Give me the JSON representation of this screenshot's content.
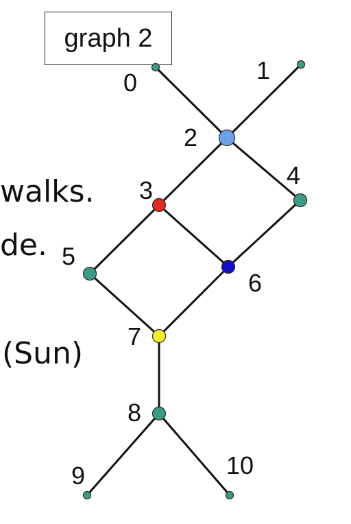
{
  "title": "graph 2",
  "background_fragments": {
    "walks": "walks.",
    "de": "de.",
    "sun": "(Sun)"
  },
  "graph": {
    "nodes": [
      {
        "id": "0",
        "label": "0",
        "color": "#3a9c86",
        "size": "small"
      },
      {
        "id": "1",
        "label": "1",
        "color": "#3a9c86",
        "size": "small"
      },
      {
        "id": "2",
        "label": "2",
        "color": "#6fa0ea",
        "size": "large"
      },
      {
        "id": "3",
        "label": "3",
        "color": "#e02a1c",
        "size": "medium"
      },
      {
        "id": "4",
        "label": "4",
        "color": "#3a9c86",
        "size": "medium"
      },
      {
        "id": "5",
        "label": "5",
        "color": "#3a9c86",
        "size": "medium"
      },
      {
        "id": "6",
        "label": "6",
        "color": "#1010c8",
        "size": "medium"
      },
      {
        "id": "7",
        "label": "7",
        "color": "#f5ef2a",
        "size": "medium"
      },
      {
        "id": "8",
        "label": "8",
        "color": "#3a9c86",
        "size": "medium"
      },
      {
        "id": "9",
        "label": "9",
        "color": "#3a9c86",
        "size": "small"
      },
      {
        "id": "10",
        "label": "10",
        "color": "#3a9c86",
        "size": "small"
      }
    ],
    "edges": [
      [
        "0",
        "2"
      ],
      [
        "1",
        "2"
      ],
      [
        "2",
        "3"
      ],
      [
        "2",
        "4"
      ],
      [
        "3",
        "5"
      ],
      [
        "3",
        "6"
      ],
      [
        "4",
        "6"
      ],
      [
        "5",
        "7"
      ],
      [
        "6",
        "7"
      ],
      [
        "7",
        "8"
      ],
      [
        "8",
        "9"
      ],
      [
        "8",
        "10"
      ]
    ]
  }
}
